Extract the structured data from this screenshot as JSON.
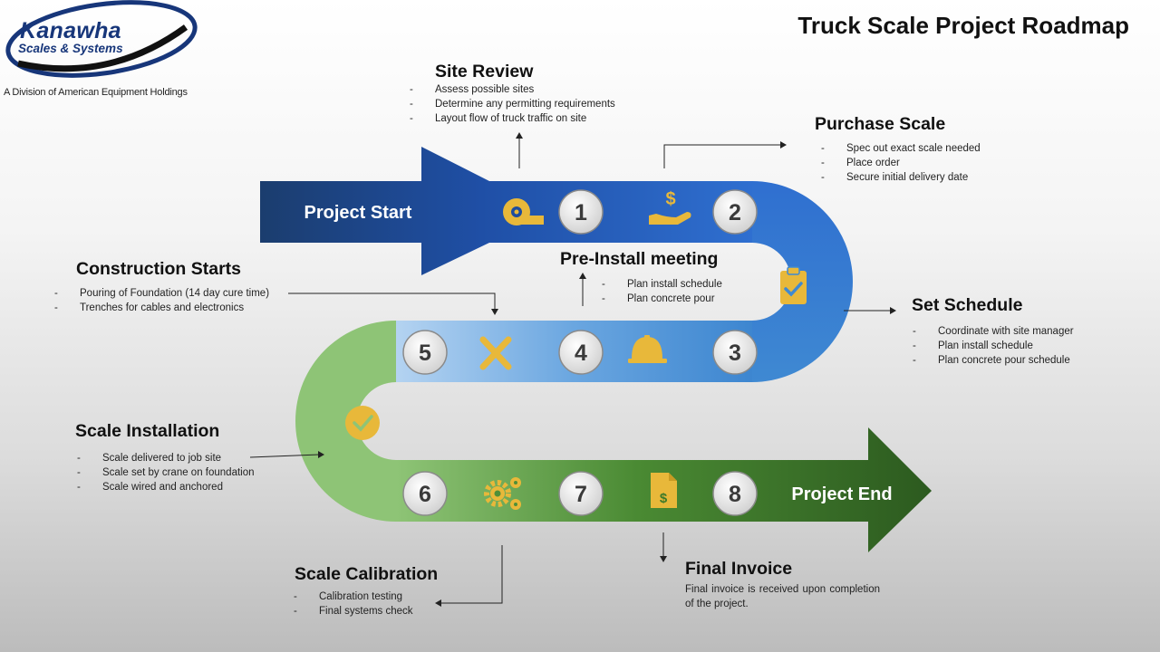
{
  "brand": {
    "name": "Kanawha",
    "tagline": "Scales & Systems",
    "division": "A Division of American Equipment Holdings"
  },
  "title": "Truck Scale Project Roadmap",
  "road": {
    "start_label": "Project Start",
    "end_label": "Project End"
  },
  "steps": [
    {
      "num": "1",
      "icon": "tape-measure-icon"
    },
    {
      "num": "2",
      "icon": "hand-dollar-icon"
    },
    {
      "num": "3",
      "icon": "clipboard-check-icon"
    },
    {
      "num": "4",
      "icon": "hard-hat-icon"
    },
    {
      "num": "5",
      "icon": "tools-icon"
    },
    {
      "num": "6",
      "icon": "check-circle-icon"
    },
    {
      "num": "7",
      "icon": "gears-icon"
    },
    {
      "num": "8",
      "icon": "invoice-icon"
    }
  ],
  "sections": {
    "site_review": {
      "title": "Site Review",
      "items": [
        "Assess possible sites",
        "Determine any permitting requirements",
        "Layout flow of truck traffic on site"
      ]
    },
    "purchase_scale": {
      "title": "Purchase Scale",
      "items": [
        "Spec out exact scale needed",
        "Place order",
        "Secure initial delivery date"
      ]
    },
    "pre_install": {
      "title": "Pre-Install meeting",
      "items": [
        "Plan install schedule",
        "Plan concrete pour"
      ]
    },
    "construction": {
      "title": "Construction Starts",
      "items": [
        "Pouring of Foundation (14 day cure time)",
        "Trenches for cables and electronics"
      ]
    },
    "set_schedule": {
      "title": "Set Schedule",
      "items": [
        "Coordinate with site manager",
        "Plan install schedule",
        "Plan concrete pour schedule"
      ]
    },
    "installation": {
      "title": "Scale Installation",
      "items": [
        "Scale delivered to job site",
        "Scale set by crane on foundation",
        "Scale wired and anchored"
      ]
    },
    "calibration": {
      "title": "Scale Calibration",
      "items": [
        "Calibration testing",
        "Final systems check"
      ]
    },
    "final_invoice": {
      "title": "Final Invoice",
      "text": "Final invoice is received upon completion of the project."
    }
  },
  "colors": {
    "dark_blue": "#1b3d6e",
    "blue": "#2158c4",
    "mid_blue": "#3d86d0",
    "light_blue": "#a9cbee",
    "light_green": "#8ec476",
    "green": "#4a8a33",
    "dark_green": "#2c5a1f",
    "gold": "#e8b83a"
  }
}
